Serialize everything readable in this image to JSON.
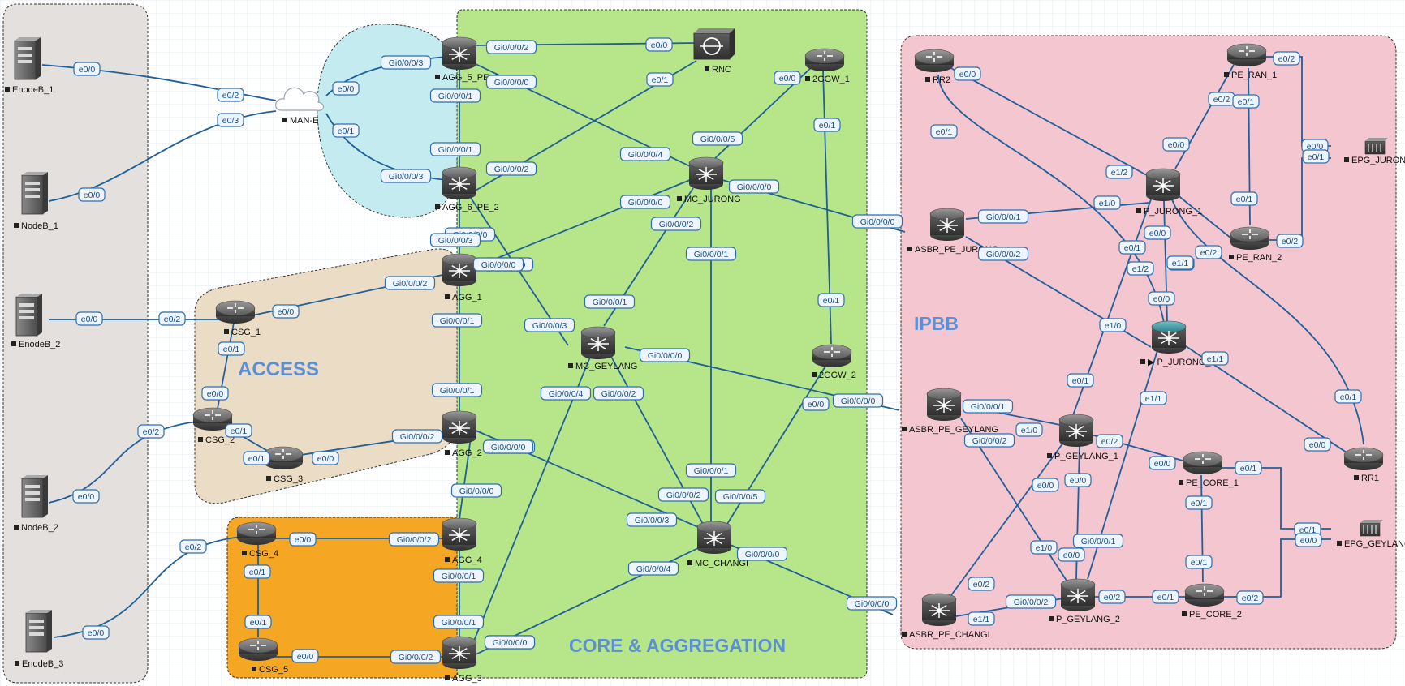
{
  "zones": {
    "access": "ACCESS",
    "core": "CORE & AGGREGATION",
    "ipbb": "IPBB"
  },
  "colors": {
    "link": "#1f5f9a",
    "iface_border": "#2f6fb0",
    "iface_bg": "#eef5ff",
    "zone_label": "#5b8fd6",
    "left_zone": "#e3e0de",
    "access_zone": "#eadcc5",
    "access2_zone": "#f5a623",
    "core_zone": "#b7e58a",
    "cloud_zone": "#c4ecf0",
    "ipbb_zone": "#f4c6cf"
  },
  "nodes": [
    {
      "id": "EnodeB_1",
      "label": "EnodeB_1",
      "type": "server"
    },
    {
      "id": "NodeB_1",
      "label": "NodeB_1",
      "type": "server"
    },
    {
      "id": "EnodeB_2",
      "label": "EnodeB_2",
      "type": "server"
    },
    {
      "id": "NodeB_2",
      "label": "NodeB_2",
      "type": "server"
    },
    {
      "id": "EnodeB_3",
      "label": "EnodeB_3",
      "type": "server"
    },
    {
      "id": "MAN-E",
      "label": "MAN-E",
      "type": "cloud"
    },
    {
      "id": "AGG_5_PE_1",
      "label": "AGG_5_PE_1",
      "type": "switch"
    },
    {
      "id": "AGG_6_PE_2",
      "label": "AGG_6_PE_2",
      "type": "switch"
    },
    {
      "id": "RNC",
      "label": "RNC",
      "type": "rnc"
    },
    {
      "id": "2GGW_1",
      "label": "2GGW_1",
      "type": "router"
    },
    {
      "id": "2GGW_2",
      "label": "2GGW_2",
      "type": "router"
    },
    {
      "id": "MC_JURONG",
      "label": "MC_JURONG",
      "type": "switch"
    },
    {
      "id": "AGG_1",
      "label": "AGG_1",
      "type": "switch"
    },
    {
      "id": "AGG_2",
      "label": "AGG_2",
      "type": "switch"
    },
    {
      "id": "MC_GEYLANG",
      "label": "MC_GEYLANG",
      "type": "switch"
    },
    {
      "id": "AGG_4",
      "label": "AGG_4",
      "type": "switch"
    },
    {
      "id": "AGG_3",
      "label": "AGG_3",
      "type": "switch"
    },
    {
      "id": "MC_CHANGI",
      "label": "MC_CHANGI",
      "type": "switch"
    },
    {
      "id": "CSG_1",
      "label": "CSG_1",
      "type": "router"
    },
    {
      "id": "CSG_2",
      "label": "CSG_2",
      "type": "router"
    },
    {
      "id": "CSG_3",
      "label": "CSG_3",
      "type": "router"
    },
    {
      "id": "CSG_4",
      "label": "CSG_4",
      "type": "router"
    },
    {
      "id": "CSG_5",
      "label": "CSG_5",
      "type": "router"
    },
    {
      "id": "RR2",
      "label": "RR2",
      "type": "router"
    },
    {
      "id": "PE_RAN_1",
      "label": "PE_RAN_1",
      "type": "router"
    },
    {
      "id": "EPG_JURONG",
      "label": "EPG_JURONG",
      "type": "epg"
    },
    {
      "id": "P_JURONG_1",
      "label": "P_JURONG_1",
      "type": "switch"
    },
    {
      "id": "ASBR_PE_JURONG",
      "label": "ASBR_PE_JURONG",
      "type": "switch"
    },
    {
      "id": "PE_RAN_2",
      "label": "PE_RAN_2",
      "type": "router"
    },
    {
      "id": "P_JURONG_2",
      "label": "▶ P_JURONG_2",
      "type": "switch_teal"
    },
    {
      "id": "ASBR_PE_GEYLANG",
      "label": "ASBR_PE_GEYLANG",
      "type": "switch"
    },
    {
      "id": "P_GEYLANG_1",
      "label": "P_GEYLANG_1",
      "type": "switch"
    },
    {
      "id": "PE_CORE_1",
      "label": "PE_CORE_1",
      "type": "router"
    },
    {
      "id": "RR1",
      "label": "RR1",
      "type": "router"
    },
    {
      "id": "EPG_GEYLANG",
      "label": "EPG_GEYLANG",
      "type": "epg"
    },
    {
      "id": "ASBR_PE_CHANGI",
      "label": "ASBR_PE_CHANGI",
      "type": "switch"
    },
    {
      "id": "P_GEYLANG_2",
      "label": "P_GEYLANG_2",
      "type": "switch"
    },
    {
      "id": "PE_CORE_2",
      "label": "PE_CORE_2",
      "type": "router"
    }
  ],
  "links": [
    {
      "a_if": "e0/0",
      "b_if": "e0/2"
    },
    {
      "a_if": "e0/0",
      "b_if": "e0/3"
    },
    {
      "a_if": "e0/0",
      "b_if": "e0/2"
    },
    {
      "a_if": "e0/0",
      "b_if": "e0/2"
    },
    {
      "a_if": "e0/0",
      "b_if": "e0/2"
    },
    {
      "a_if": "e0/0",
      "b_if": "Gi0/0/0/3"
    },
    {
      "a_if": "e0/1",
      "b_if": "Gi0/0/0/3"
    },
    {
      "a_if": "Gi0/0/0/2",
      "b_if": "e0/0"
    },
    {
      "a_if": "Gi0/0/0/0",
      "b_if": "Gi0/0/0/4"
    },
    {
      "a_if": "Gi0/0/0/1",
      "b_if": "Gi0/0/0/1"
    },
    {
      "a_if": "Gi0/0/0/2",
      "b_if": "e0/1"
    },
    {
      "a_if": "Gi0/0/0/0",
      "b_if": "Gi0/0/0/3"
    },
    {
      "a_if": "Gi0/0/0/0",
      "b_if": "Gi0/0/0/3"
    },
    {
      "a_if": "Gi0/0/0/5",
      "b_if": "e0/0"
    },
    {
      "a_if": "e0/1",
      "b_if": "e0/1"
    },
    {
      "a_if": "Gi0/0/0/2",
      "b_if": "Gi0/0/0/1"
    },
    {
      "a_if": "Gi0/0/0/1",
      "b_if": "Gi0/0/0/1"
    },
    {
      "a_if": "Gi0/0/0/0",
      "b_if": "Gi0/0/0/0"
    },
    {
      "a_if": "e0/0",
      "b_if": "Gi0/0/0/2"
    },
    {
      "a_if": "e0/1",
      "b_if": "e0/0"
    },
    {
      "a_if": "e0/1",
      "b_if": "e0/1"
    },
    {
      "a_if": "e0/0",
      "b_if": "Gi0/0/0/2"
    },
    {
      "a_if": "Gi0/0/0/1",
      "b_if": "Gi0/0/0/1"
    },
    {
      "a_if": "Gi0/0/0/0",
      "b_if": "Gi0/0/0/0"
    },
    {
      "a_if": "Gi0/0/0/0",
      "b_if": "Gi0/0/0/0"
    },
    {
      "a_if": "Gi0/0/0/0",
      "b_if": "Gi0/0/0/3"
    },
    {
      "a_if": "Gi0/0/0/4",
      "b_if": "Gi0/0/0/0"
    },
    {
      "a_if": "Gi0/0/0/2",
      "b_if": "Gi0/0/0/2"
    },
    {
      "a_if": "Gi0/0/0/0",
      "b_if": "Gi0/0/0/0"
    },
    {
      "a_if": "e0/0",
      "b_if": "Gi0/0/0/5"
    },
    {
      "a_if": "e0/0",
      "b_if": "Gi0/0/0/2"
    },
    {
      "a_if": "e0/1",
      "b_if": "e0/1"
    },
    {
      "a_if": "e0/0",
      "b_if": "Gi0/0/0/2"
    },
    {
      "a_if": "Gi0/0/0/1",
      "b_if": "Gi0/0/0/1"
    },
    {
      "a_if": "Gi0/0/0/0",
      "b_if": "Gi0/0/0/4"
    },
    {
      "a_if": "Gi0/0/0/0",
      "b_if": "Gi0/0/0/0"
    },
    {
      "a_if": "e0/0",
      "b_if": "e1/2"
    },
    {
      "a_if": "e0/1",
      "b_if": "e1/2"
    },
    {
      "a_if": "e0/0",
      "b_if": "e0/2"
    },
    {
      "a_if": "e0/1",
      "b_if": "e0/1"
    },
    {
      "a_if": "e0/2",
      "b_if": "e0/0"
    },
    {
      "a_if": "e0/2",
      "b_if": "e0/1"
    },
    {
      "a_if": "Gi0/0/0/1",
      "b_if": "e1/0"
    },
    {
      "a_if": "Gi0/0/0/2",
      "b_if": "e1/0"
    },
    {
      "a_if": "e0/0",
      "b_if": "e0/0"
    },
    {
      "a_if": "e1/1",
      "b_if": "e0/2"
    },
    {
      "a_if": "e0/1",
      "b_if": "e0/1"
    },
    {
      "a_if": "e1/1",
      "b_if": "e0/1"
    },
    {
      "a_if": "e1/1",
      "b_if": "e0/0"
    },
    {
      "a_if": "Gi0/0/0/1",
      "b_if": "e1/0"
    },
    {
      "a_if": "Gi0/0/0/2",
      "b_if": "e1/0"
    },
    {
      "a_if": "e0/2",
      "b_if": "e0/0"
    },
    {
      "a_if": "e1/1",
      "b_if": "Gi0/0/0/1"
    },
    {
      "a_if": "e0/0",
      "b_if": "e0/0"
    },
    {
      "a_if": "e0/1",
      "b_if": "e0/1"
    },
    {
      "a_if": "e0/1",
      "b_if": "e0/1"
    },
    {
      "a_if": "e0/2",
      "b_if": "e0/0"
    },
    {
      "a_if": "e0/2",
      "b_if": "e0/1"
    },
    {
      "a_if": "e0/2",
      "b_if": "e0/0"
    },
    {
      "a_if": "e1/1",
      "b_if": "Gi0/0/0/2"
    }
  ]
}
